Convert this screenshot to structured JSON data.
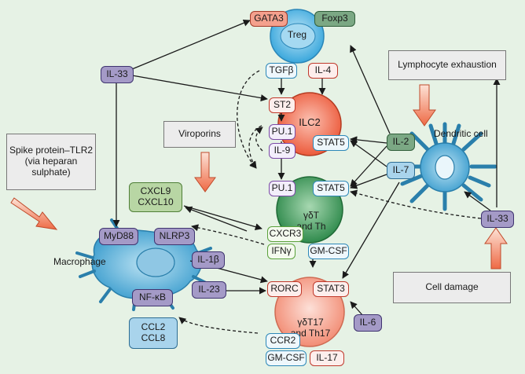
{
  "cells": {
    "treg": "Treg",
    "ilc2": "ILC2",
    "gdt_th": "γδT\nand Th",
    "gdt17_th17": "γδT17\nand Th17",
    "macrophage": "Macrophage",
    "dendritic_cell": "Dendritic cell"
  },
  "labels": {
    "gata3": "GATA3",
    "foxp3": "Foxp3",
    "il33_left": "IL-33",
    "tgfb": "TGFβ",
    "il4": "IL-4",
    "st2": "ST2",
    "pu1_upper": "PU.1",
    "il9": "IL-9",
    "stat5_upper": "STAT5",
    "pu1_lower": "PU.1",
    "stat5_lower": "STAT5",
    "il2": "IL-2",
    "il7": "IL-7",
    "cxcl9_cxcl10": "CXCL9\nCXCL10",
    "cxcr3": "CXCR3",
    "ifng": "IFNγ",
    "gmcsf_upper": "GM-CSF",
    "myd88": "MyD88",
    "nlrp3": "NLRP3",
    "nfkb": "NF-κB",
    "il1b": "IL-1β",
    "il23": "IL-23",
    "rorc": "RORC",
    "stat3": "STAT3",
    "il6": "IL-6",
    "ccl2_ccl8": "CCL2\nCCL8",
    "ccr2": "CCR2",
    "gmcsf_lower": "GM-CSF",
    "il17": "IL-17",
    "il33_right": "IL-33"
  },
  "boxes": {
    "spike": "Spike protein–TLR2\n(via heparan\nsulphate)",
    "viroporins": "Viroporins",
    "lymphocyte_exhaustion": "Lymphocyte exhaustion",
    "cell_damage": "Cell damage"
  },
  "colors": {
    "background": "#e6f2e5",
    "treg_cell": "#5fb8e3",
    "ilc2_cell": "#f06d50",
    "gdt_th_cell": "#3f9a5c",
    "th17_cell": "#f59a85",
    "macrophage": "#5ab3db",
    "stimulus_arrow": "#f07a59"
  }
}
